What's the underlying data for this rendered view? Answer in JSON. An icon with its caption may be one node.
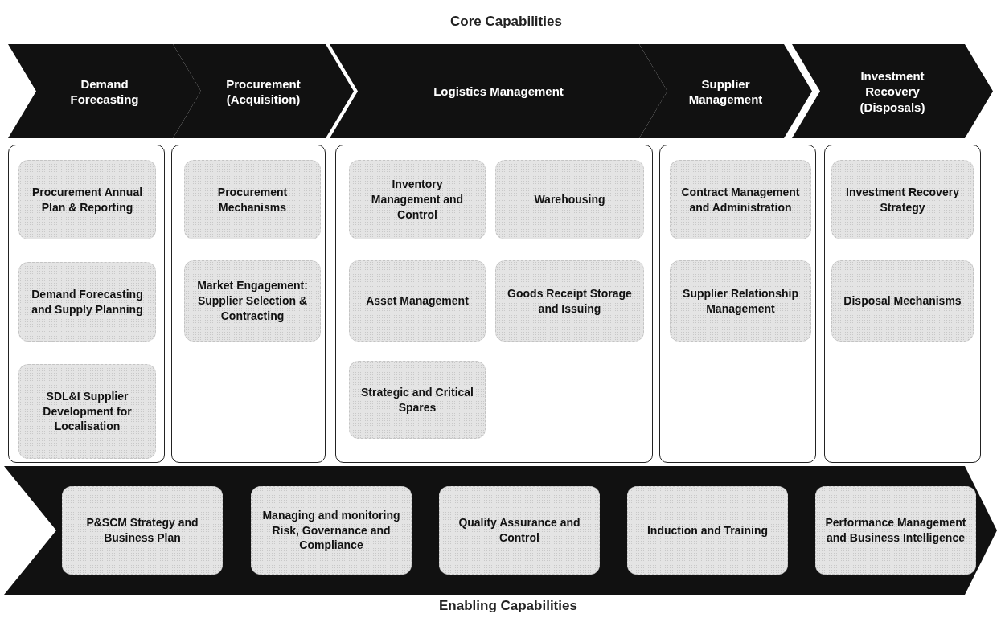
{
  "diagram": {
    "title": "Core Capabilities",
    "caption": "Enabling Capabilities",
    "nodes": [
      {
        "text": [
          "Demand Forecasting"
        ]
      },
      {
        "text": [
          "Procurement (Acquisition)"
        ]
      },
      {
        "text": [
          "Logistics Management"
        ]
      },
      {
        "text": [
          "Supplier Management"
        ]
      },
      {
        "text": [
          "Investment Recovery (Disposals)"
        ]
      },
      {
        "text": [],
        "shape": "box"
      },
      {
        "text": [
          "Procurement Annual Plan & Reporting"
        ],
        "in": 5
      },
      {
        "text": [
          "Demand Forecasting and Supply Planning"
        ],
        "in": 5
      },
      {
        "text": [
          "SDL&I Supplier Development for Localisation"
        ],
        "in": 5
      },
      {
        "text": [],
        "shape": "box"
      },
      {
        "text": [
          "Procurement Mechanisms"
        ],
        "in": 9
      },
      {
        "text": [
          "Market Engagement: Supplier Selection & Contracting"
        ],
        "in": 9
      },
      {
        "text": [],
        "shape": "box"
      },
      {
        "text": [
          "Inventory Management and Control"
        ],
        "in": 12
      },
      {
        "text": [
          "Warehousing"
        ],
        "in": 12
      },
      {
        "text": [
          "Asset Management"
        ],
        "in": 12
      },
      {
        "text": [
          "Goods Receipt Storage and Issuing"
        ],
        "in": 12
      },
      {
        "text": [
          "Strategic and Critical Spares"
        ],
        "in": 12
      },
      {
        "text": [],
        "shape": "box"
      },
      {
        "text": [
          "Contract Management and Administration"
        ],
        "in": 18
      },
      {
        "text": [
          "Supplier Relationship Management"
        ],
        "in": 18
      },
      {
        "text": [],
        "shape": "box"
      },
      {
        "text": [
          "Investment Recovery Strategy"
        ],
        "in": 21
      },
      {
        "text": [
          "Disposal Mechanisms"
        ],
        "in": 21
      },
      {
        "text": [],
        "shape": "band"
      },
      {
        "text": [
          "P&SCM Strategy and Business Plan"
        ],
        "in": 24
      },
      {
        "text": [
          "Managing and monitoring Risk, Governance and Compliance"
        ],
        "in": 24
      },
      {
        "text": [
          "Quality Assurance and Control"
        ],
        "in": 24
      },
      {
        "text": [
          "Induction and Training"
        ],
        "in": 24
      },
      {
        "text": [
          "Performance Management and Business Intelligence"
        ],
        "in": 24
      }
    ],
    "edges": []
  }
}
